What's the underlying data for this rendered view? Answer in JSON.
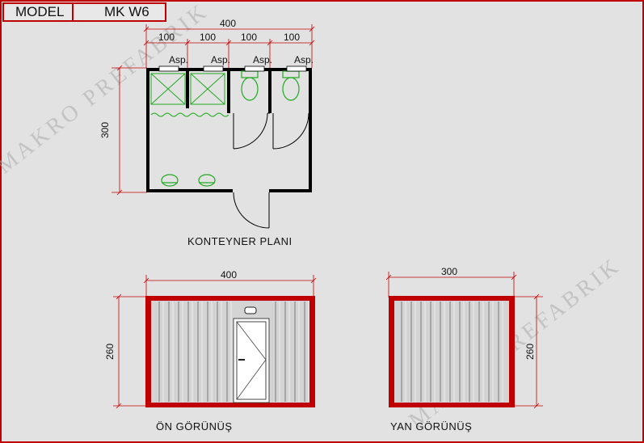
{
  "title_block": {
    "model_label": "MODEL",
    "model_value": "MK W6"
  },
  "watermark": "MAKRO PREFABRIK",
  "plan": {
    "total_width": "400",
    "segments": [
      "100",
      "100",
      "100",
      "100"
    ],
    "depth": "300",
    "vents": [
      "Asp.",
      "Asp.",
      "Asp.",
      "Asp."
    ],
    "caption": "KONTEYNER PLANI"
  },
  "front_view": {
    "width": "400",
    "height": "260",
    "caption": "ÖN  GÖRÜNÜŞ"
  },
  "side_view": {
    "width": "300",
    "height": "260",
    "caption": "YAN  GÖRÜNÜŞ"
  },
  "colors": {
    "frame": "#c00000",
    "fixture": "#22aa22",
    "wall": "#000000",
    "background": "#e2e2e2"
  }
}
